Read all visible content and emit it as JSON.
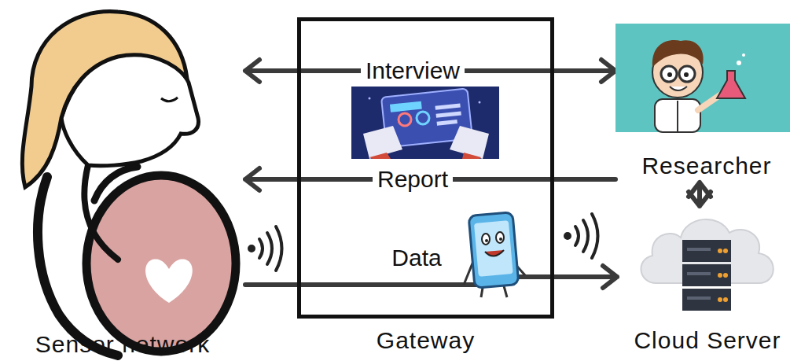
{
  "diagram": {
    "nodes": [
      {
        "text": [
          "Sensor network"
        ]
      },
      {
        "text": [
          "Gateway"
        ]
      },
      {
        "text": [
          "Researcher"
        ]
      },
      {
        "text": [
          "Cloud Server"
        ]
      }
    ],
    "edges": [
      {
        "from": 0,
        "to": 2,
        "label": "Interview",
        "arrow": "both"
      },
      {
        "from": 2,
        "to": 0,
        "label": "Report",
        "arrow": "to"
      },
      {
        "from": 0,
        "to": 3,
        "label": "Data",
        "arrow": "to"
      },
      {
        "from": 2,
        "to": 3,
        "arrow": "both"
      }
    ]
  }
}
